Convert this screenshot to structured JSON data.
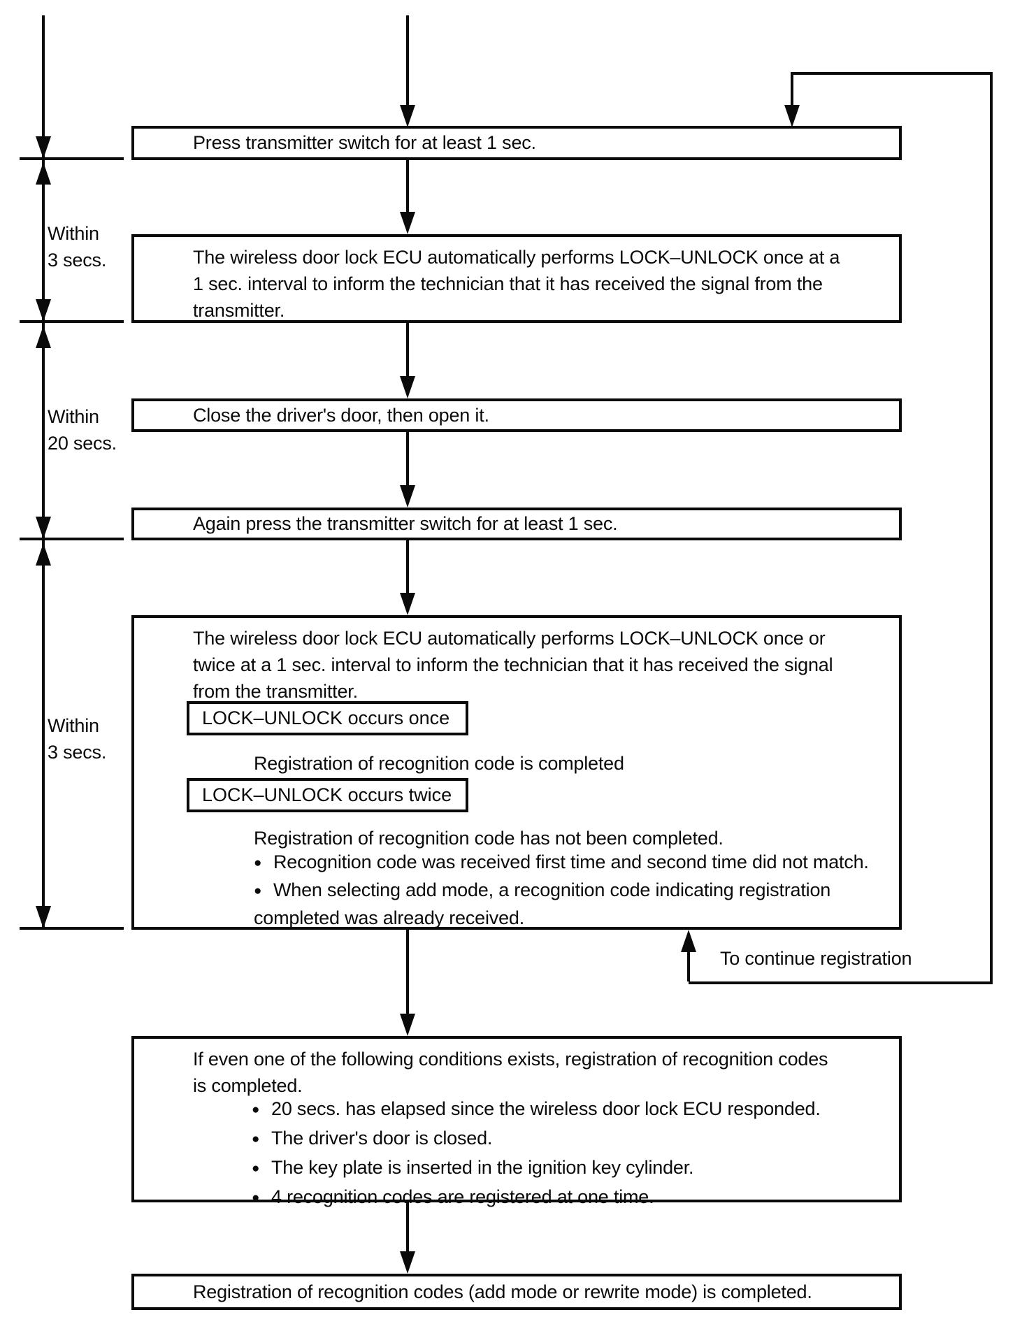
{
  "diagram": {
    "glyphs": {
      "bullet": "●"
    },
    "colors": {
      "ink": "#0a0a0a",
      "paper": "#ffffff"
    },
    "side_labels": {
      "within_3_secs_1": {
        "line1": "Within",
        "line2": "3 secs."
      },
      "within_20_secs": {
        "line1": "Within",
        "line2": "20 secs."
      },
      "within_3_secs_2": {
        "line1": "Within",
        "line2": "3 secs."
      }
    },
    "loop_label": "To continue registration",
    "steps": {
      "step1": {
        "text": "Press transmitter switch for at least 1 sec."
      },
      "step2": {
        "lines": [
          "The wireless door lock ECU automatically performs LOCK–UNLOCK once at a",
          "1 sec. interval to inform the technician that it has received the signal from the",
          "transmitter."
        ]
      },
      "step3": {
        "text": "Close the driver's door, then open it."
      },
      "step4": {
        "text": "Again press the transmitter switch for at least 1 sec."
      },
      "step5": {
        "intro_lines": [
          "The wireless door lock ECU automatically performs LOCK–UNLOCK once or",
          "twice at a 1 sec. interval to inform the technician that it has received the signal",
          "from the transmitter."
        ],
        "case_once": {
          "label": "LOCK–UNLOCK occurs once",
          "result": "Registration of recognition code is completed"
        },
        "case_twice": {
          "label": "LOCK–UNLOCK occurs twice",
          "result": "Registration of recognition code has not been completed.",
          "bullets": [
            "Recognition code was received first time and second time did not match.",
            "When selecting add mode, a recognition code indicating registration completed was already received."
          ]
        }
      },
      "step6": {
        "intro_lines": [
          "If even one of the following conditions exists, registration of recognition codes",
          "is completed."
        ],
        "bullets": [
          "20 secs. has elapsed since the wireless door lock ECU responded.",
          "The driver's door is closed.",
          "The key plate is inserted in the ignition key cylinder.",
          "4 recognition codes are registered at one time."
        ]
      },
      "step7": {
        "text": "Registration of recognition codes (add mode or rewrite mode) is completed."
      }
    }
  }
}
